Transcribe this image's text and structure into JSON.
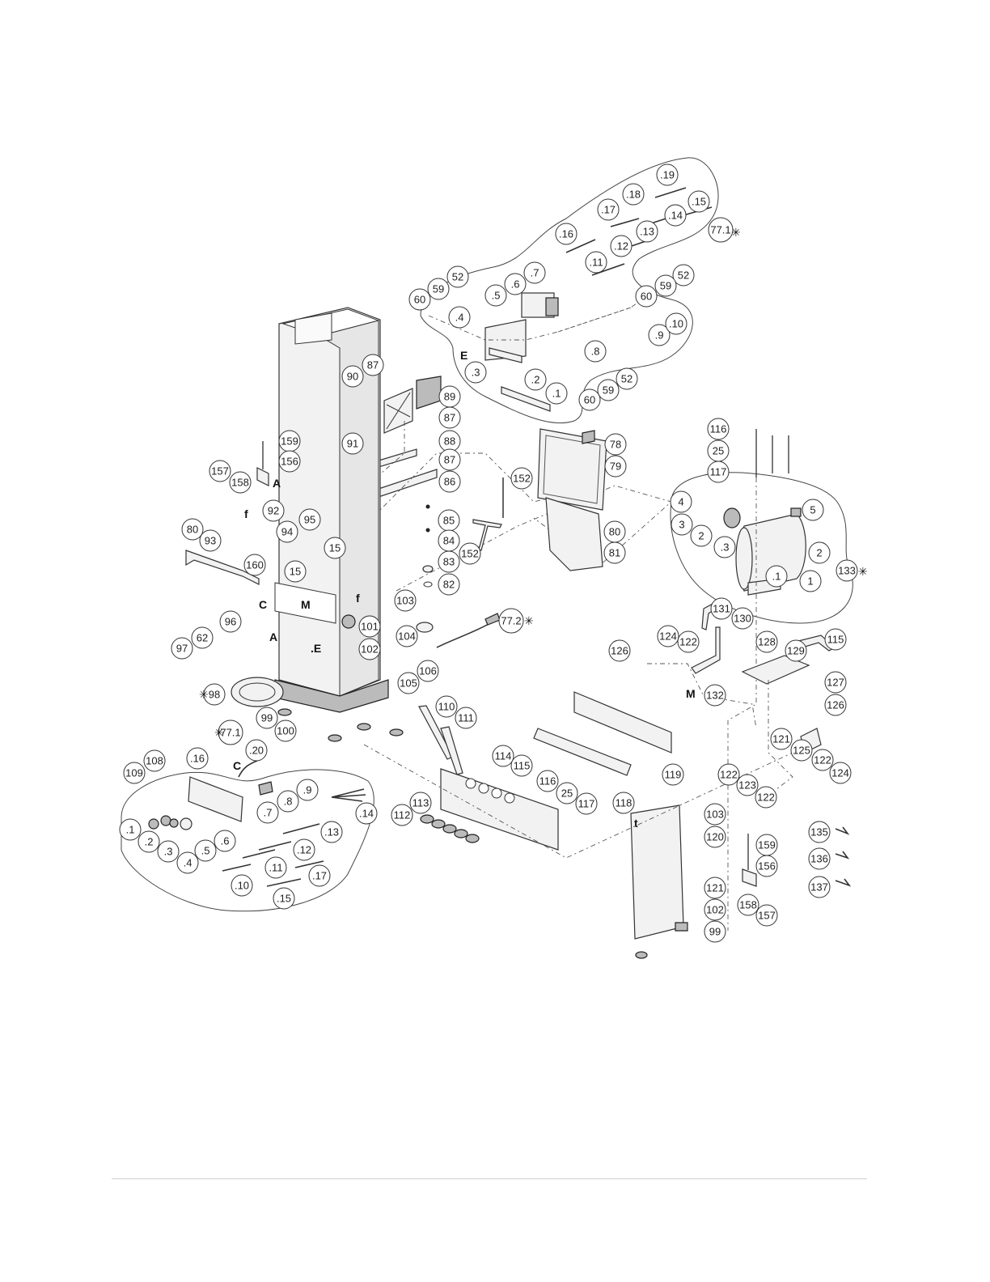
{
  "callouts": {
    "c_19": ".19",
    "c_18": ".18",
    "c_17": ".17",
    "c_15a": ".15",
    "c_14": ".14",
    "c_13": ".13",
    "c_16": ".16",
    "c_12": ".12",
    "c_11": ".11",
    "c_771a": "77.1",
    "c_52a": "52",
    "c_59a": "59",
    "c_60a": "60",
    "c_7": ".7",
    "c_6": ".6",
    "c_5": ".5",
    "c_4": ".4",
    "c_52b": "52",
    "c_59b": "59",
    "c_60b": "60",
    "c_9": ".9",
    "c_10": ".10",
    "c_8": ".8",
    "c_3": ".3",
    "c_2": ".2",
    "c_1": ".1",
    "c_52c": "52",
    "c_59c": "59",
    "c_60c": "60",
    "c_87a": "87",
    "c_90": "90",
    "c_89": "89",
    "c_87b": "87",
    "c_91": "91",
    "c_88": "88",
    "c_87c": "87",
    "c_86": "86",
    "c_78": "78",
    "c_79": "79",
    "c_152a": "152",
    "c_80a": "80",
    "c_81": "81",
    "c_159a": "159",
    "c_156a": "156",
    "c_157a": "157",
    "c_158a": "158",
    "c_92": "92",
    "c_94": "94",
    "c_95": "95",
    "c_15b": "15",
    "c_15c": "15",
    "c_80b": "80",
    "c_93": "93",
    "c_160": "160",
    "c_85": "85",
    "c_84": "84",
    "c_83": "83",
    "c_82": "82",
    "c_152b": "152",
    "c_103a": "103",
    "c_101": "101",
    "c_102a": "102",
    "c_104": "104",
    "c_772": "77.2",
    "c_106": "106",
    "c_105": "105",
    "c_96": "96",
    "c_62": "62",
    "c_97": "97",
    "c_98": "98",
    "c_99a": "99",
    "c_100": "100",
    "c_116a": "116",
    "c_25a": "25",
    "c_117a": "117",
    "c_4m": "4",
    "c_3m": "3",
    "c_2m": "2",
    "c_3mb": ".3",
    "c_5m": "5",
    "c_2mb": "2",
    "c_1m": ".1",
    "c_1mb": "1",
    "c_133": "133",
    "c_131": "131",
    "c_130": "130",
    "c_124a": "124",
    "c_122a": "122",
    "c_126a": "126",
    "c_132": "132",
    "c_128": "128",
    "c_129": "129",
    "c_115a": "115",
    "c_127": "127",
    "c_126b": "126",
    "c_121a": "121",
    "c_125": "125",
    "c_122b": "122",
    "c_124b": "124",
    "c_122c": "122",
    "c_123": "123",
    "c_122d": "122",
    "c_771b": "77.1",
    "c_20": ".20",
    "c_108": "108",
    "c_109": "109",
    "c_16b": ".16",
    "c_9b": ".9",
    "c_8b": ".8",
    "c_7b": ".7",
    "c_14b": ".14",
    "c_13b": ".13",
    "c_12b": ".12",
    "c_11b": ".11",
    "c_10b": ".10",
    "c_17b": ".17",
    "c_15d": ".15",
    "c_1b": ".1",
    "c_2b": ".2",
    "c_3b": ".3",
    "c_4b": ".4",
    "c_5b": ".5",
    "c_6b": ".6",
    "c_110": "110",
    "c_111": "111",
    "c_114": "114",
    "c_115b": "115",
    "c_113": "113",
    "c_112": "112",
    "c_116b": "116",
    "c_25b": "25",
    "c_117b": "117",
    "c_118": "118",
    "c_119": "119",
    "c_103b": "103",
    "c_120": "120",
    "c_121b": "121",
    "c_102b": "102",
    "c_99b": "99",
    "c_159b": "159",
    "c_156b": "156",
    "c_158b": "158",
    "c_157b": "157",
    "c_135": "135",
    "c_136": "136",
    "c_137": "137"
  },
  "letters": {
    "E_top": "E",
    "A_top": "A",
    "f_left": "f",
    "f_mid": "f",
    "C_cab": "C",
    "M_cab": "M",
    "A_cab": "A",
    "E_cab": ".E",
    "M_mount": "M",
    "C_elec": "C",
    "t_side": "t"
  },
  "stars": {
    "s_771a": "✳",
    "s_772": "✳",
    "s_98": "✳",
    "s_133": "✳",
    "s_771b": "✳"
  }
}
